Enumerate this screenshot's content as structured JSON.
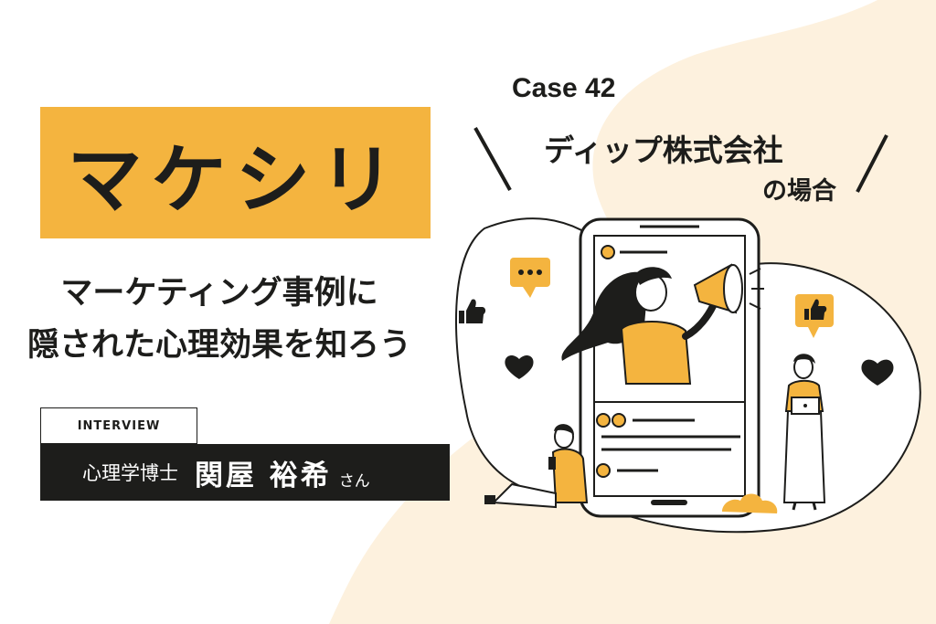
{
  "banner": {
    "title": "マケシリ",
    "subtitle_line1": "マーケティング事例に",
    "subtitle_line2": "隠された心理効果を知ろう",
    "interview_label": "INTERVIEW",
    "person_role": "心理学博士",
    "person_name": "関屋 裕希",
    "person_honorific": "さん",
    "case_label": "Case 42",
    "company_name": "ディップ株式会社",
    "company_suffix": "の場合"
  },
  "colors": {
    "accent": "#f4b43f",
    "dark": "#1d1d1b",
    "cream": "#fdf1de"
  },
  "illustration": {
    "icons": [
      "speech-bubble-icon",
      "thumbs-up-icon",
      "heart-icon",
      "megaphone-icon",
      "cloud-icon",
      "laptop-icon",
      "phone-icon"
    ]
  }
}
